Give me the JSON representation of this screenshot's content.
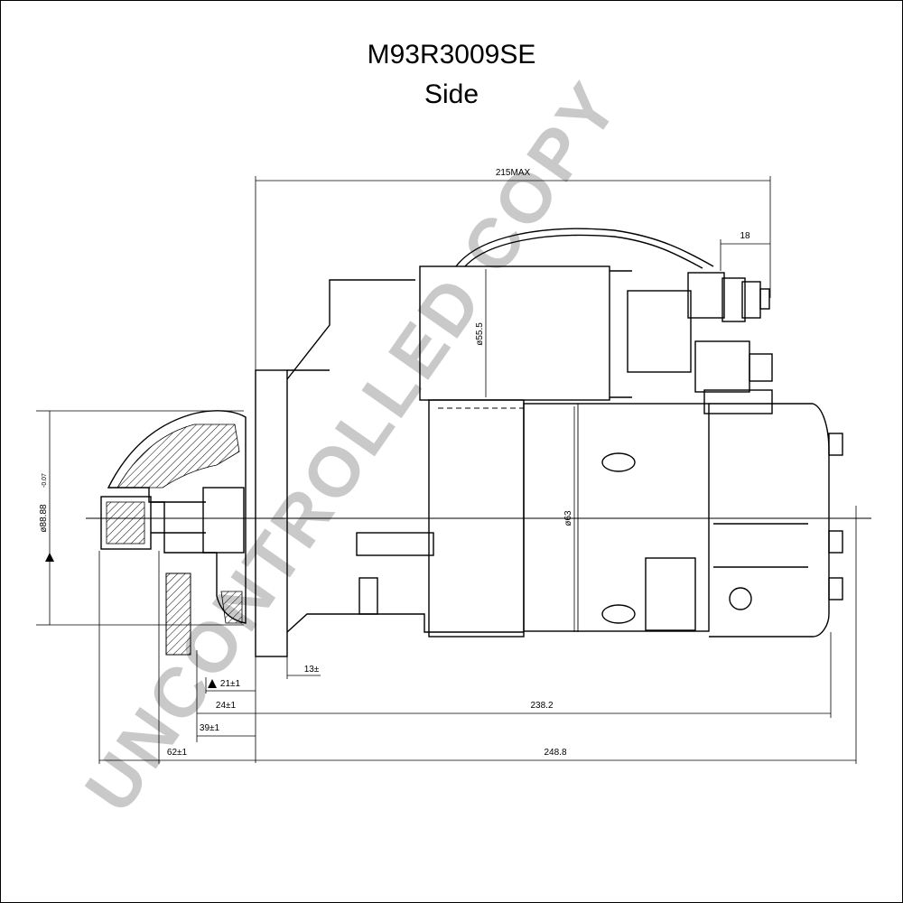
{
  "title": "M93R3009SE",
  "view": "Side",
  "watermark": "UNCONTROLLED COPY",
  "dimensions": {
    "overall_max": "215MAX",
    "terminal_offset": "18",
    "solenoid_dia": "ø55.5",
    "housing_dia": "ø63",
    "flange_dia": "ø88.88",
    "flange_tol": "-0.07",
    "flange_thk": "13±",
    "d21": "21±1",
    "d24": "24±1",
    "d238": "238.2",
    "d39": "39±1",
    "d62": "62±1",
    "d248": "248.8"
  }
}
